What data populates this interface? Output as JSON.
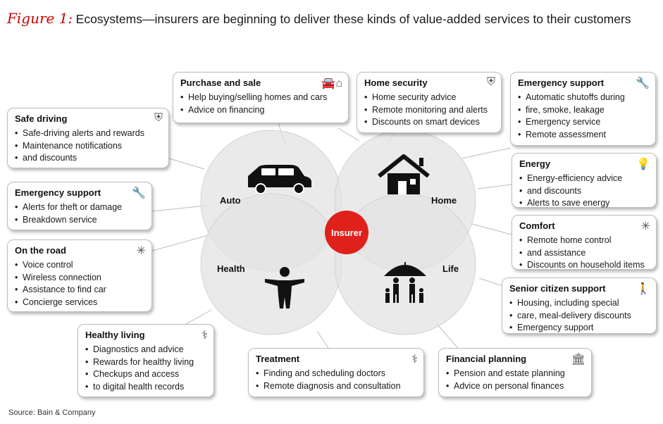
{
  "title": {
    "figure": "Figure 1:",
    "text": "Ecosystems—insurers are beginning to deliver these kinds of value-added services to their customers"
  },
  "center": {
    "label": "Insurer",
    "color": "#e0201b"
  },
  "circles": {
    "auto": "Auto",
    "home": "Home",
    "health": "Health",
    "life": "Life"
  },
  "boxes": {
    "purchase": {
      "title": "Purchase and sale",
      "items": [
        "Help buying/selling homes and cars",
        "Advice on financing"
      ]
    },
    "home_security": {
      "title": "Home security",
      "items": [
        "Home security advice",
        "Remote monitoring and alerts",
        "Discounts on smart devices"
      ]
    },
    "emergency_home": {
      "title": "Emergency support",
      "items": [
        "Automatic shutoffs during",
        "fire, smoke, leakage",
        "Emergency service",
        "Remote assessment"
      ]
    },
    "safe_driving": {
      "title": "Safe driving",
      "items": [
        "Safe-driving alerts and rewards",
        "Maintenance notifications",
        "and discounts"
      ]
    },
    "emergency_auto": {
      "title": "Emergency support",
      "items": [
        "Alerts for theft or damage",
        "Breakdown service"
      ]
    },
    "on_road": {
      "title": "On the road",
      "items": [
        "Voice control",
        "Wireless connection",
        "Assistance to find car",
        "Concierge services"
      ]
    },
    "energy": {
      "title": "Energy",
      "items": [
        "Energy-efficiency advice",
        "and discounts",
        "Alerts to save energy"
      ]
    },
    "comfort": {
      "title": "Comfort",
      "items": [
        "Remote home control",
        "and assistance",
        "Discounts on household items"
      ]
    },
    "senior": {
      "title": "Senior citizen support",
      "items": [
        "Housing, including special",
        "care, meal-delivery discounts",
        "Emergency support"
      ]
    },
    "healthy": {
      "title": "Healthy living",
      "items": [
        "Diagnostics and advice",
        "Rewards for healthy living",
        "Checkups and access",
        "to digital health records"
      ]
    },
    "treatment": {
      "title": "Treatment",
      "items": [
        "Finding and scheduling doctors",
        "Remote diagnosis and consultation"
      ]
    },
    "financial": {
      "title": "Financial planning",
      "items": [
        "Pension and estate planning",
        "Advice on personal finances"
      ]
    }
  },
  "source": "Source: Bain & Company"
}
